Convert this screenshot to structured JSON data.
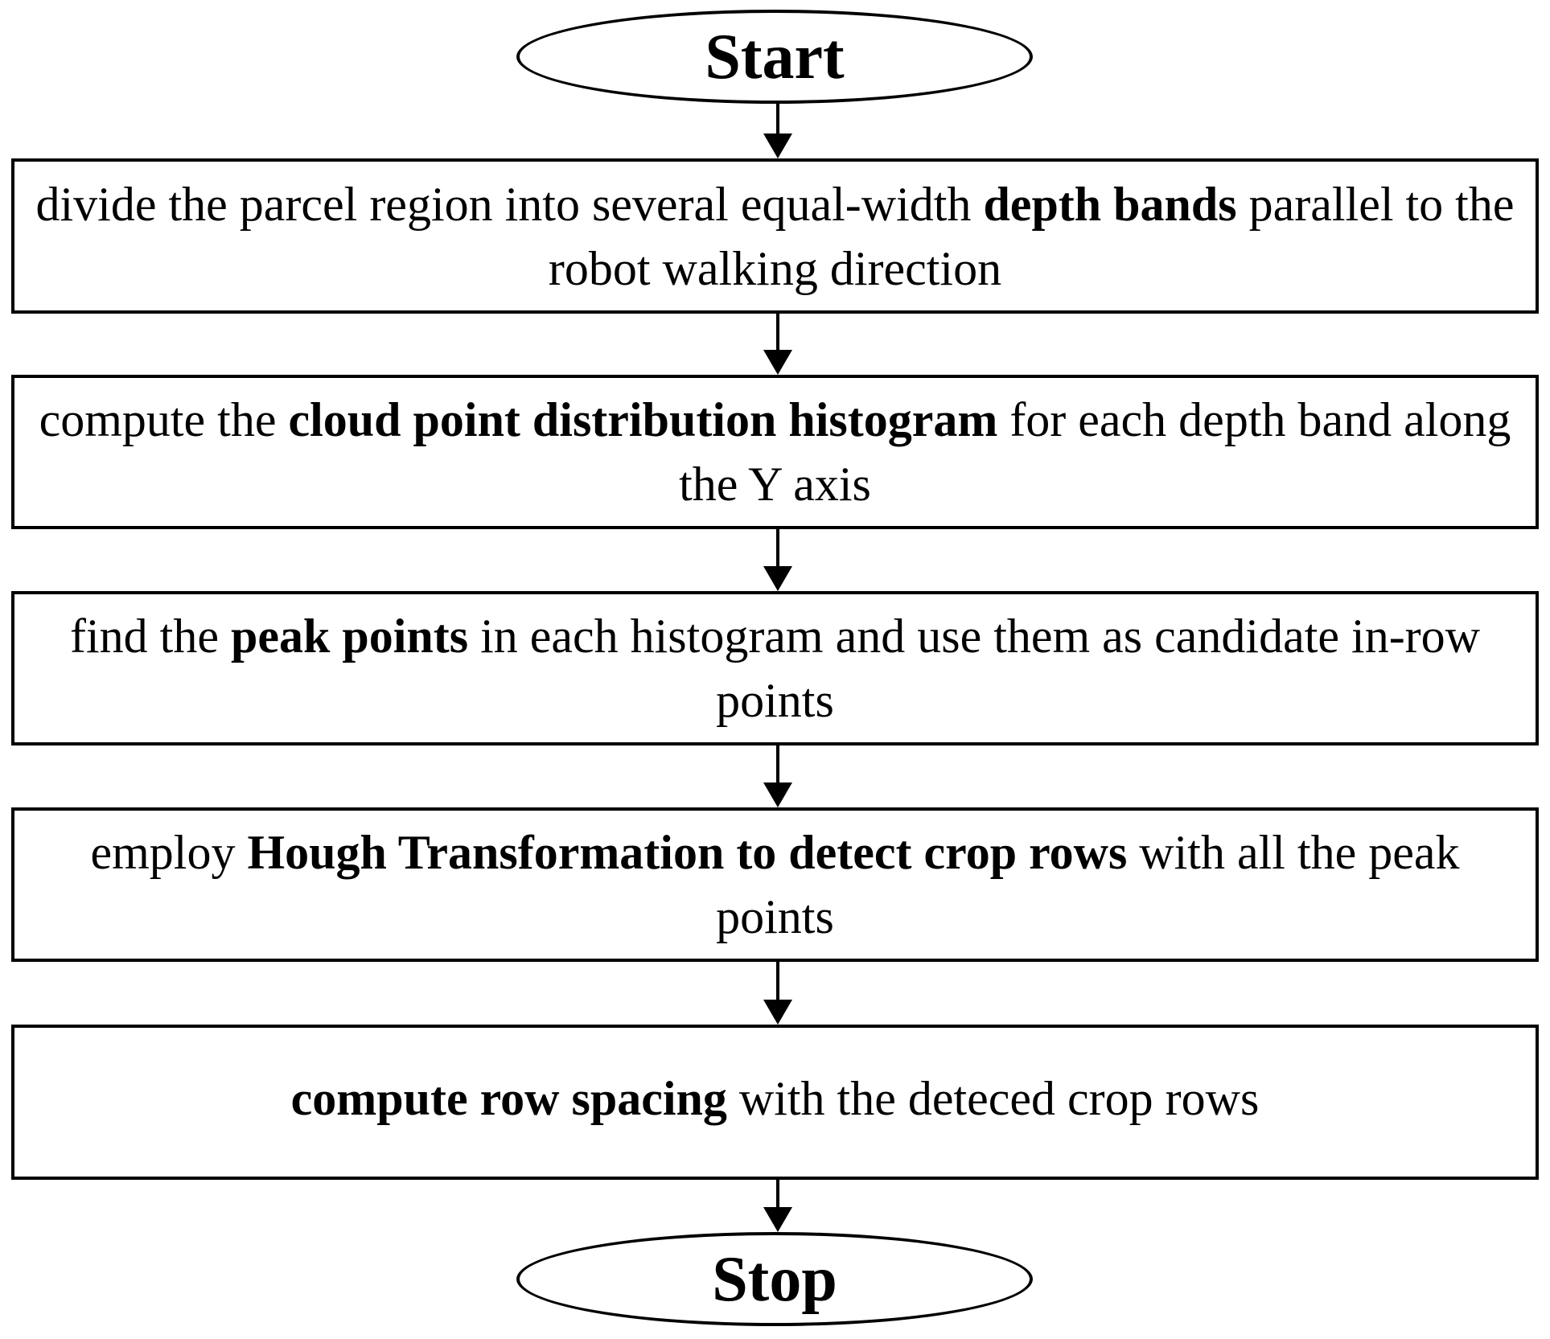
{
  "flowchart": {
    "start_label": "Start",
    "stop_label": "Stop",
    "steps": [
      {
        "segments": [
          {
            "text": "divide the parcel region into several equal-width ",
            "bold": false
          },
          {
            "text": "depth bands",
            "bold": true
          },
          {
            "text": " parallel to the robot walking direction",
            "bold": false
          }
        ]
      },
      {
        "segments": [
          {
            "text": "compute the ",
            "bold": false
          },
          {
            "text": "cloud point distribution histogram",
            "bold": true
          },
          {
            "text": " for each depth band along the Y axis",
            "bold": false
          }
        ]
      },
      {
        "segments": [
          {
            "text": "find the ",
            "bold": false
          },
          {
            "text": "peak points",
            "bold": true
          },
          {
            "text": " in each histogram and use them as candidate in-row points",
            "bold": false
          }
        ]
      },
      {
        "segments": [
          {
            "text": "employ ",
            "bold": false
          },
          {
            "text": "Hough Transformation to detect crop rows",
            "bold": true
          },
          {
            "text": " with all the peak points",
            "bold": false
          }
        ]
      },
      {
        "segments": [
          {
            "text": "compute row spacing",
            "bold": true
          },
          {
            "text": " with the deteced crop rows",
            "bold": false
          }
        ]
      }
    ]
  }
}
